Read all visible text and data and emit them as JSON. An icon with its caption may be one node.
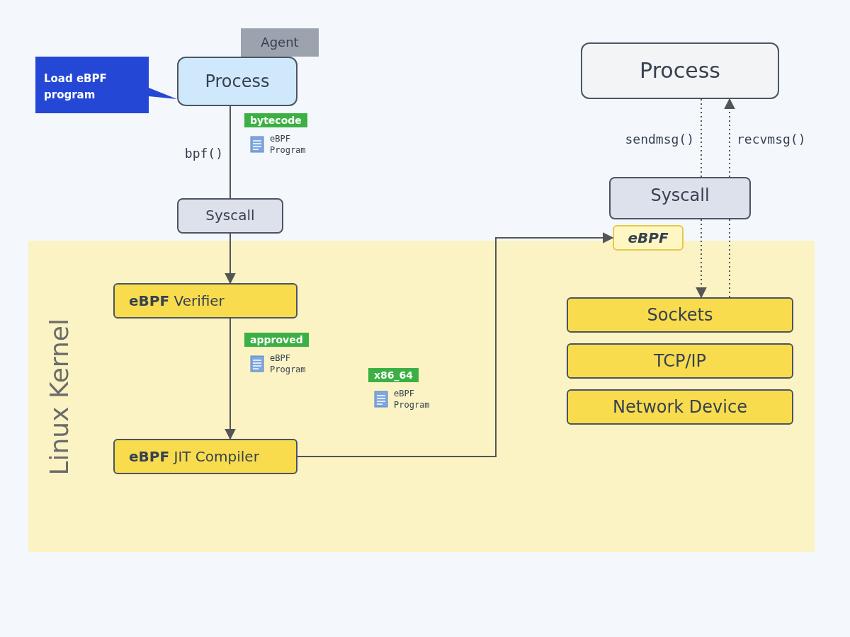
{
  "diagram": {
    "nodes": [
      {
        "text": [
          "Linux Kernel"
        ]
      },
      {
        "text": [
          "Load eBPF program"
        ]
      },
      {
        "text": [
          "Agent"
        ]
      },
      {
        "text": [
          "Process"
        ]
      },
      {
        "text": [
          "bytecode",
          "eBPF Program"
        ]
      },
      {
        "text": [
          "Syscall"
        ]
      },
      {
        "text": [
          "**eBPF** Verifier"
        ],
        "in": 0
      },
      {
        "text": [
          "approved",
          "eBPF Program"
        ],
        "in": 0
      },
      {
        "text": [
          "**eBPF** JIT Compiler"
        ],
        "in": 0
      },
      {
        "text": [
          "x86_64",
          "eBPF Program"
        ],
        "in": 0
      },
      {
        "text": [
          "Process"
        ]
      },
      {
        "text": [
          "Syscall"
        ]
      },
      {
        "text": [
          "eBPF"
        ]
      },
      {
        "text": [
          "Sockets"
        ],
        "in": 0
      },
      {
        "text": [
          "TCP/IP"
        ],
        "in": 0
      },
      {
        "text": [
          "Network Device"
        ],
        "in": 0
      }
    ],
    "edges": [
      {
        "from": 3,
        "to": 5,
        "arrow": "none",
        "label": "bpf()"
      },
      {
        "from": 5,
        "to": 6,
        "arrow": "to"
      },
      {
        "from": 6,
        "to": 8,
        "arrow": "to"
      },
      {
        "from": 8,
        "to": 12,
        "arrow": "to"
      },
      {
        "from": 10,
        "to": 11,
        "arrow": "none",
        "style": "dashed",
        "label": "sendmsg()"
      },
      {
        "from": 11,
        "to": 13,
        "arrow": "to",
        "style": "dashed"
      },
      {
        "from": 13,
        "to": 11,
        "arrow": "none",
        "style": "dashed"
      },
      {
        "from": 11,
        "to": 10,
        "arrow": "to",
        "style": "dashed",
        "label": "recvmsg()"
      }
    ]
  }
}
